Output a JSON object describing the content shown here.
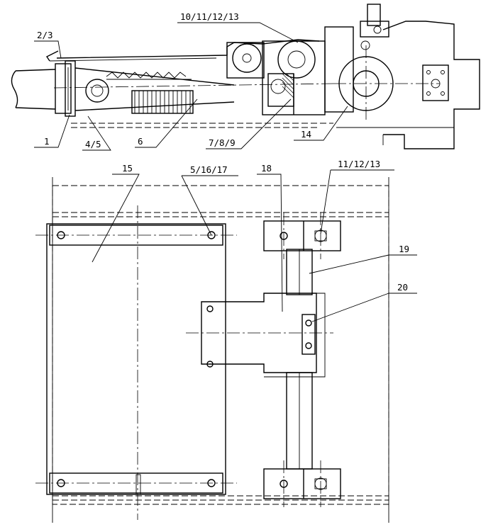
{
  "callouts": {
    "c1": "1",
    "c2_3": "2/3",
    "c4_5": "4/5",
    "c6": "6",
    "c7_8_9": "7/8/9",
    "c10_13": "10/11/12/13",
    "c14": "14",
    "c15": "15",
    "c5_16_17": "5/16/17",
    "c18": "18",
    "c11_13": "11/12/13",
    "c19": "19",
    "c20": "20"
  }
}
